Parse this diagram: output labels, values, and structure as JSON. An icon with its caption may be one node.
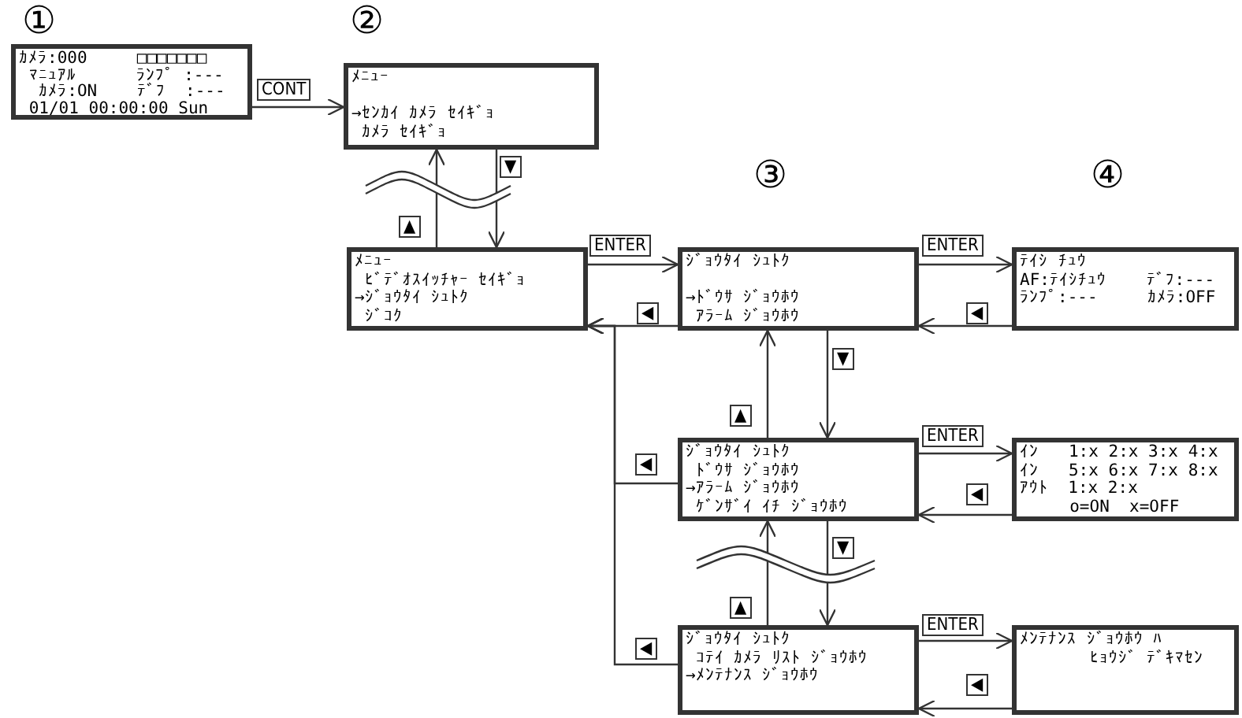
{
  "diagram": {
    "nodes": [
      {
        "text": [
          "ｶﾒﾗ:000     □□□□□□□",
          " ﾏﾆｭｱﾙ      ﾗﾝﾌﾟ :---",
          "  ｶﾒﾗ:ON    ﾃﾞﾌ  :---",
          " 01/01 00:00:00 Sun"
        ]
      },
      {
        "text": [
          "ﾒﾆｭｰ",
          "→ｾﾝｶｲ ｶﾒﾗ ｾｲｷﾞｮ",
          " ｶﾒﾗ ｾｲｷﾞｮ"
        ]
      },
      {
        "text": [
          "ﾒﾆｭｰ",
          " ﾋﾞﾃﾞｵｽｲｯﾁｬｰ ｾｲｷﾞｮ",
          "→ｼﾞｮｳﾀｲ ｼｭﾄｸ",
          " ｼﾞｺｸ"
        ]
      },
      {
        "text": [
          "ｼﾞｮｳﾀｲ ｼｭﾄｸ",
          "→ﾄﾞｳｻ ｼﾞｮｳﾎｳ",
          " ｱﾗｰﾑ ｼﾞｮｳﾎｳ"
        ]
      },
      {
        "text": [
          "ﾃｲｼ ﾁｭｳ",
          "AF:ﾃｲｼﾁｭｳ    ﾃﾞﾌ:---",
          "ﾗﾝﾌﾟ:---     ｶﾒﾗ:OFF"
        ]
      },
      {
        "text": [
          "ｼﾞｮｳﾀｲ ｼｭﾄｸ",
          " ﾄﾞｳｻ ｼﾞｮｳﾎｳ",
          "→ｱﾗｰﾑ ｼﾞｮｳﾎｳ",
          " ｹﾞﾝｻﾞｲ ｲﾁ ｼﾞｮｳﾎｳ"
        ]
      },
      {
        "text": [
          "ｲﾝ   1:x 2:x 3:x 4:x",
          "ｲﾝ   5:x 6:x 7:x 8:x",
          "ｱｳﾄ  1:x 2:x",
          "     o=ON  x=OFF"
        ]
      },
      {
        "text": [
          "ｼﾞｮｳﾀｲ ｼｭﾄｸ",
          " ｺﾃｲ ｶﾒﾗ ﾘｽﾄ ｼﾞｮｳﾎｳ",
          "→ﾒﾝﾃﾅﾝｽ ｼﾞｮｳﾎｳ"
        ]
      },
      {
        "text": [
          "ﾒﾝﾃﾅﾝｽ ｼﾞｮｳﾎｳ ﾊ",
          "       ﾋｮｳｼﾞ ﾃﾞｷﾏｾﾝ"
        ]
      }
    ],
    "edges": [
      {
        "from": 0,
        "to": 1,
        "arrow": "to",
        "label": "CONT"
      },
      {
        "from": 1,
        "to": 2,
        "arrow": "to",
        "label": "▼"
      },
      {
        "from": 2,
        "to": 1,
        "arrow": "to",
        "label": "▲"
      },
      {
        "from": 2,
        "to": 3,
        "arrow": "to",
        "label": "ENTER"
      },
      {
        "from": 3,
        "to": 2,
        "arrow": "to",
        "label": "◀"
      },
      {
        "from": 3,
        "to": 4,
        "arrow": "to",
        "label": "ENTER"
      },
      {
        "from": 4,
        "to": 3,
        "arrow": "to",
        "label": "◀"
      },
      {
        "from": 3,
        "to": 5,
        "arrow": "to",
        "label": "▼"
      },
      {
        "from": 5,
        "to": 3,
        "arrow": "to",
        "label": "▲"
      },
      {
        "from": 5,
        "to": 6,
        "arrow": "to",
        "label": "ENTER"
      },
      {
        "from": 6,
        "to": 5,
        "arrow": "to",
        "label": "◀"
      },
      {
        "from": 5,
        "to": 7,
        "arrow": "to",
        "label": "▼"
      },
      {
        "from": 7,
        "to": 5,
        "arrow": "to",
        "label": "▲"
      },
      {
        "from": 5,
        "to": 2,
        "arrow": "to",
        "label": "◀"
      },
      {
        "from": 7,
        "to": 2,
        "arrow": "to",
        "label": "◀"
      },
      {
        "from": 7,
        "to": 8,
        "arrow": "to",
        "label": "ENTER"
      },
      {
        "from": 8,
        "to": 7,
        "arrow": "to",
        "label": "◀"
      }
    ],
    "labels": [
      "①",
      "②",
      "③",
      "④"
    ]
  }
}
